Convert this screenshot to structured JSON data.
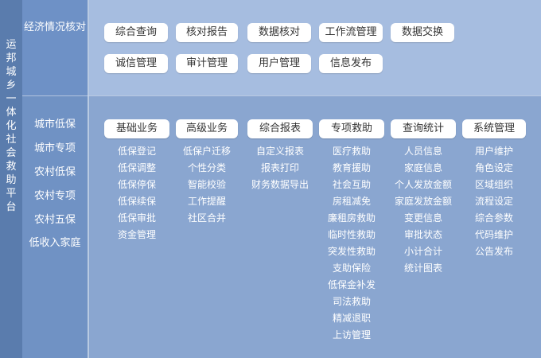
{
  "sidebar": {
    "vertical_title": "运邦城乡一体化社会救助平台"
  },
  "left_panel": {
    "top_category": "经济情况核对",
    "links": [
      "城市低保",
      "城市专项",
      "农村低保",
      "农村专项",
      "农村五保",
      "低收入家庭"
    ]
  },
  "top_buttons": [
    "综合查询",
    "核对报告",
    "数据核对",
    "工作流管理",
    "数据交换",
    "诚信管理",
    "审计管理",
    "用户管理",
    "信息发布"
  ],
  "columns": [
    {
      "header": "基础业务",
      "items": [
        "低保登记",
        "低保调整",
        "低保停保",
        "低保续保",
        "低保审批",
        "资金管理"
      ]
    },
    {
      "header": "高级业务",
      "items": [
        "低保户迁移",
        "个性分类",
        "智能校验",
        "工作提醒",
        "社区合并"
      ]
    },
    {
      "header": "综合报表",
      "items": [
        "自定义报表",
        "报表打印",
        "财务数据导出"
      ]
    },
    {
      "header": "专项救助",
      "items": [
        "医疗救助",
        "教育援助",
        "社会互助",
        "房租减免",
        "廉租房救助",
        "临时性救助",
        "突发性救助",
        "支助保险",
        "低保金补发",
        "司法救助",
        "精减退职",
        "上访管理"
      ]
    },
    {
      "header": "查询统计",
      "items": [
        "人员信息",
        "家庭信息",
        "个人发放金额",
        "家庭发放金额",
        "变更信息",
        "审批状态",
        "小计合计",
        "统计图表"
      ]
    },
    {
      "header": "系统管理",
      "items": [
        "用户维护",
        "角色设定",
        "区域组织",
        "流程设定",
        "综合参数",
        "代码维护",
        "公告发布"
      ]
    }
  ]
}
